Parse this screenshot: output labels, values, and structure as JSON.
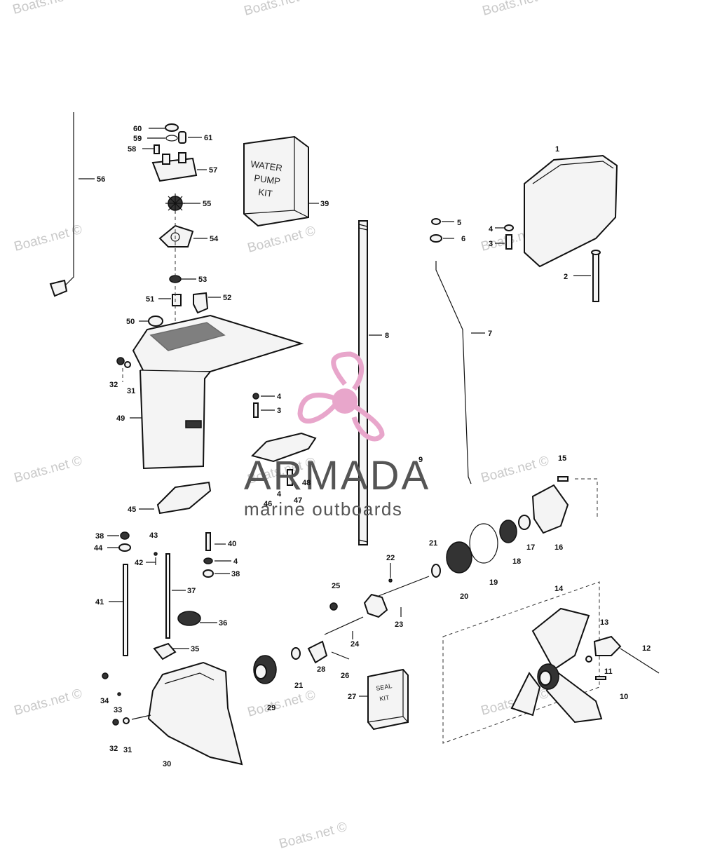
{
  "watermarks": [
    "Boats.net ©",
    "Boats.net ©",
    "Boats.net ©",
    "Boats.net ©",
    "Boats.net ©",
    "Boats.net ©",
    "Boats.net ©",
    "Boats.net ©",
    "Boats.net ©",
    "Boats.net ©",
    "Boats.net ©",
    "Boats.net ©",
    "Boats.net ©"
  ],
  "logo": {
    "name": "ARMADA",
    "tagline": "marine outboards",
    "color": "#e8a6cb",
    "text_color": "#555555"
  },
  "kits": {
    "water_pump": [
      "WATER",
      "PUMP",
      "KIT"
    ],
    "seal": [
      "SEAL",
      "KIT"
    ]
  },
  "callouts": {
    "c1": "1",
    "c2": "2",
    "c3a": "3",
    "c4a": "4",
    "c5": "5",
    "c6": "6",
    "c7": "7",
    "c8": "8",
    "c9": "9",
    "c10": "10",
    "c11": "11",
    "c12": "12",
    "c13": "13",
    "c14": "14",
    "c15": "15",
    "c16": "16",
    "c17": "17",
    "c18": "18",
    "c19": "19",
    "c20": "20",
    "c21a": "21",
    "c21b": "21",
    "c22": "22",
    "c23": "23",
    "c24": "24",
    "c25": "25",
    "c26": "26",
    "c27": "27",
    "c28": "28",
    "c29": "29",
    "c30": "30",
    "c31a": "31",
    "c32a": "32",
    "c31b": "31",
    "c32b": "32",
    "c33": "33",
    "c34": "34",
    "c35": "35",
    "c36": "36",
    "c37": "37",
    "c38a": "38",
    "c38b": "38",
    "c39": "39",
    "c40": "40",
    "c41": "41",
    "c42": "42",
    "c43": "43",
    "c44": "44",
    "c45": "45",
    "c46": "46",
    "c47": "47",
    "c48": "48",
    "c49": "49",
    "c50": "50",
    "c51": "51",
    "c52": "52",
    "c53": "53",
    "c54": "54",
    "c55": "55",
    "c56": "56",
    "c57": "57",
    "c58": "58",
    "c59": "59",
    "c60": "60",
    "c61": "61",
    "c3b": "3",
    "c4b": "4",
    "c4c": "4",
    "c4d": "4"
  }
}
